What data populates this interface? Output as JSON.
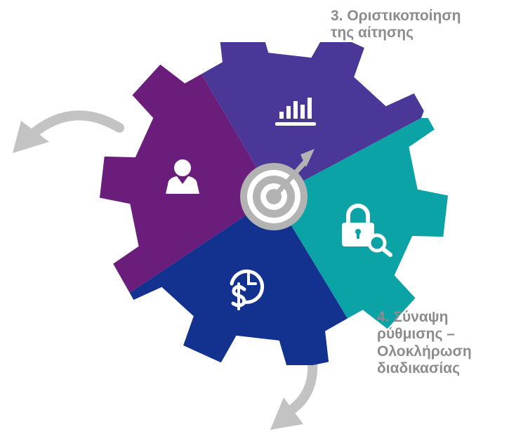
{
  "colors": {
    "segment_top": "#4a3798",
    "segment_left": "#6a1d7a",
    "segment_right": "#0ba3a6",
    "segment_bottom": "#13318e",
    "center": "#b3b3b3",
    "arrow": "#c3c3c3",
    "label": "#8c8c8c"
  },
  "icons": {
    "top": "bar-chart-icon",
    "left": "user-icon",
    "right": "lock-search-icon",
    "bottom": "dollar-clock-icon",
    "center": "target-icon"
  },
  "labels": {
    "step3": [
      "3. Οριστικοποίηση",
      "της αίτησης"
    ],
    "step4": [
      "4. Σύναψη",
      "ρύθμισης –",
      "Ολοκλήρωση",
      "διαδικασίας"
    ]
  }
}
